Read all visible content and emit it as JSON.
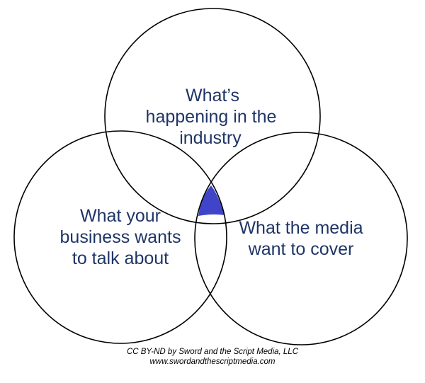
{
  "diagram": {
    "type": "venn",
    "circles": [
      {
        "id": "industry",
        "lines": [
          "What’s",
          "happening in the",
          "industry"
        ]
      },
      {
        "id": "business",
        "lines": [
          "What your",
          "business wants",
          "to talk about"
        ]
      },
      {
        "id": "media",
        "lines": [
          "What the media",
          "want to cover"
        ]
      }
    ],
    "intersection_color": "#3f44c8",
    "stroke_color": "#000000",
    "label_color": "#1f3566"
  },
  "credit": {
    "line1": "CC BY-ND by Sword and the Script Media, LLC",
    "line2": "www.swordandthescriptmedia.com"
  }
}
